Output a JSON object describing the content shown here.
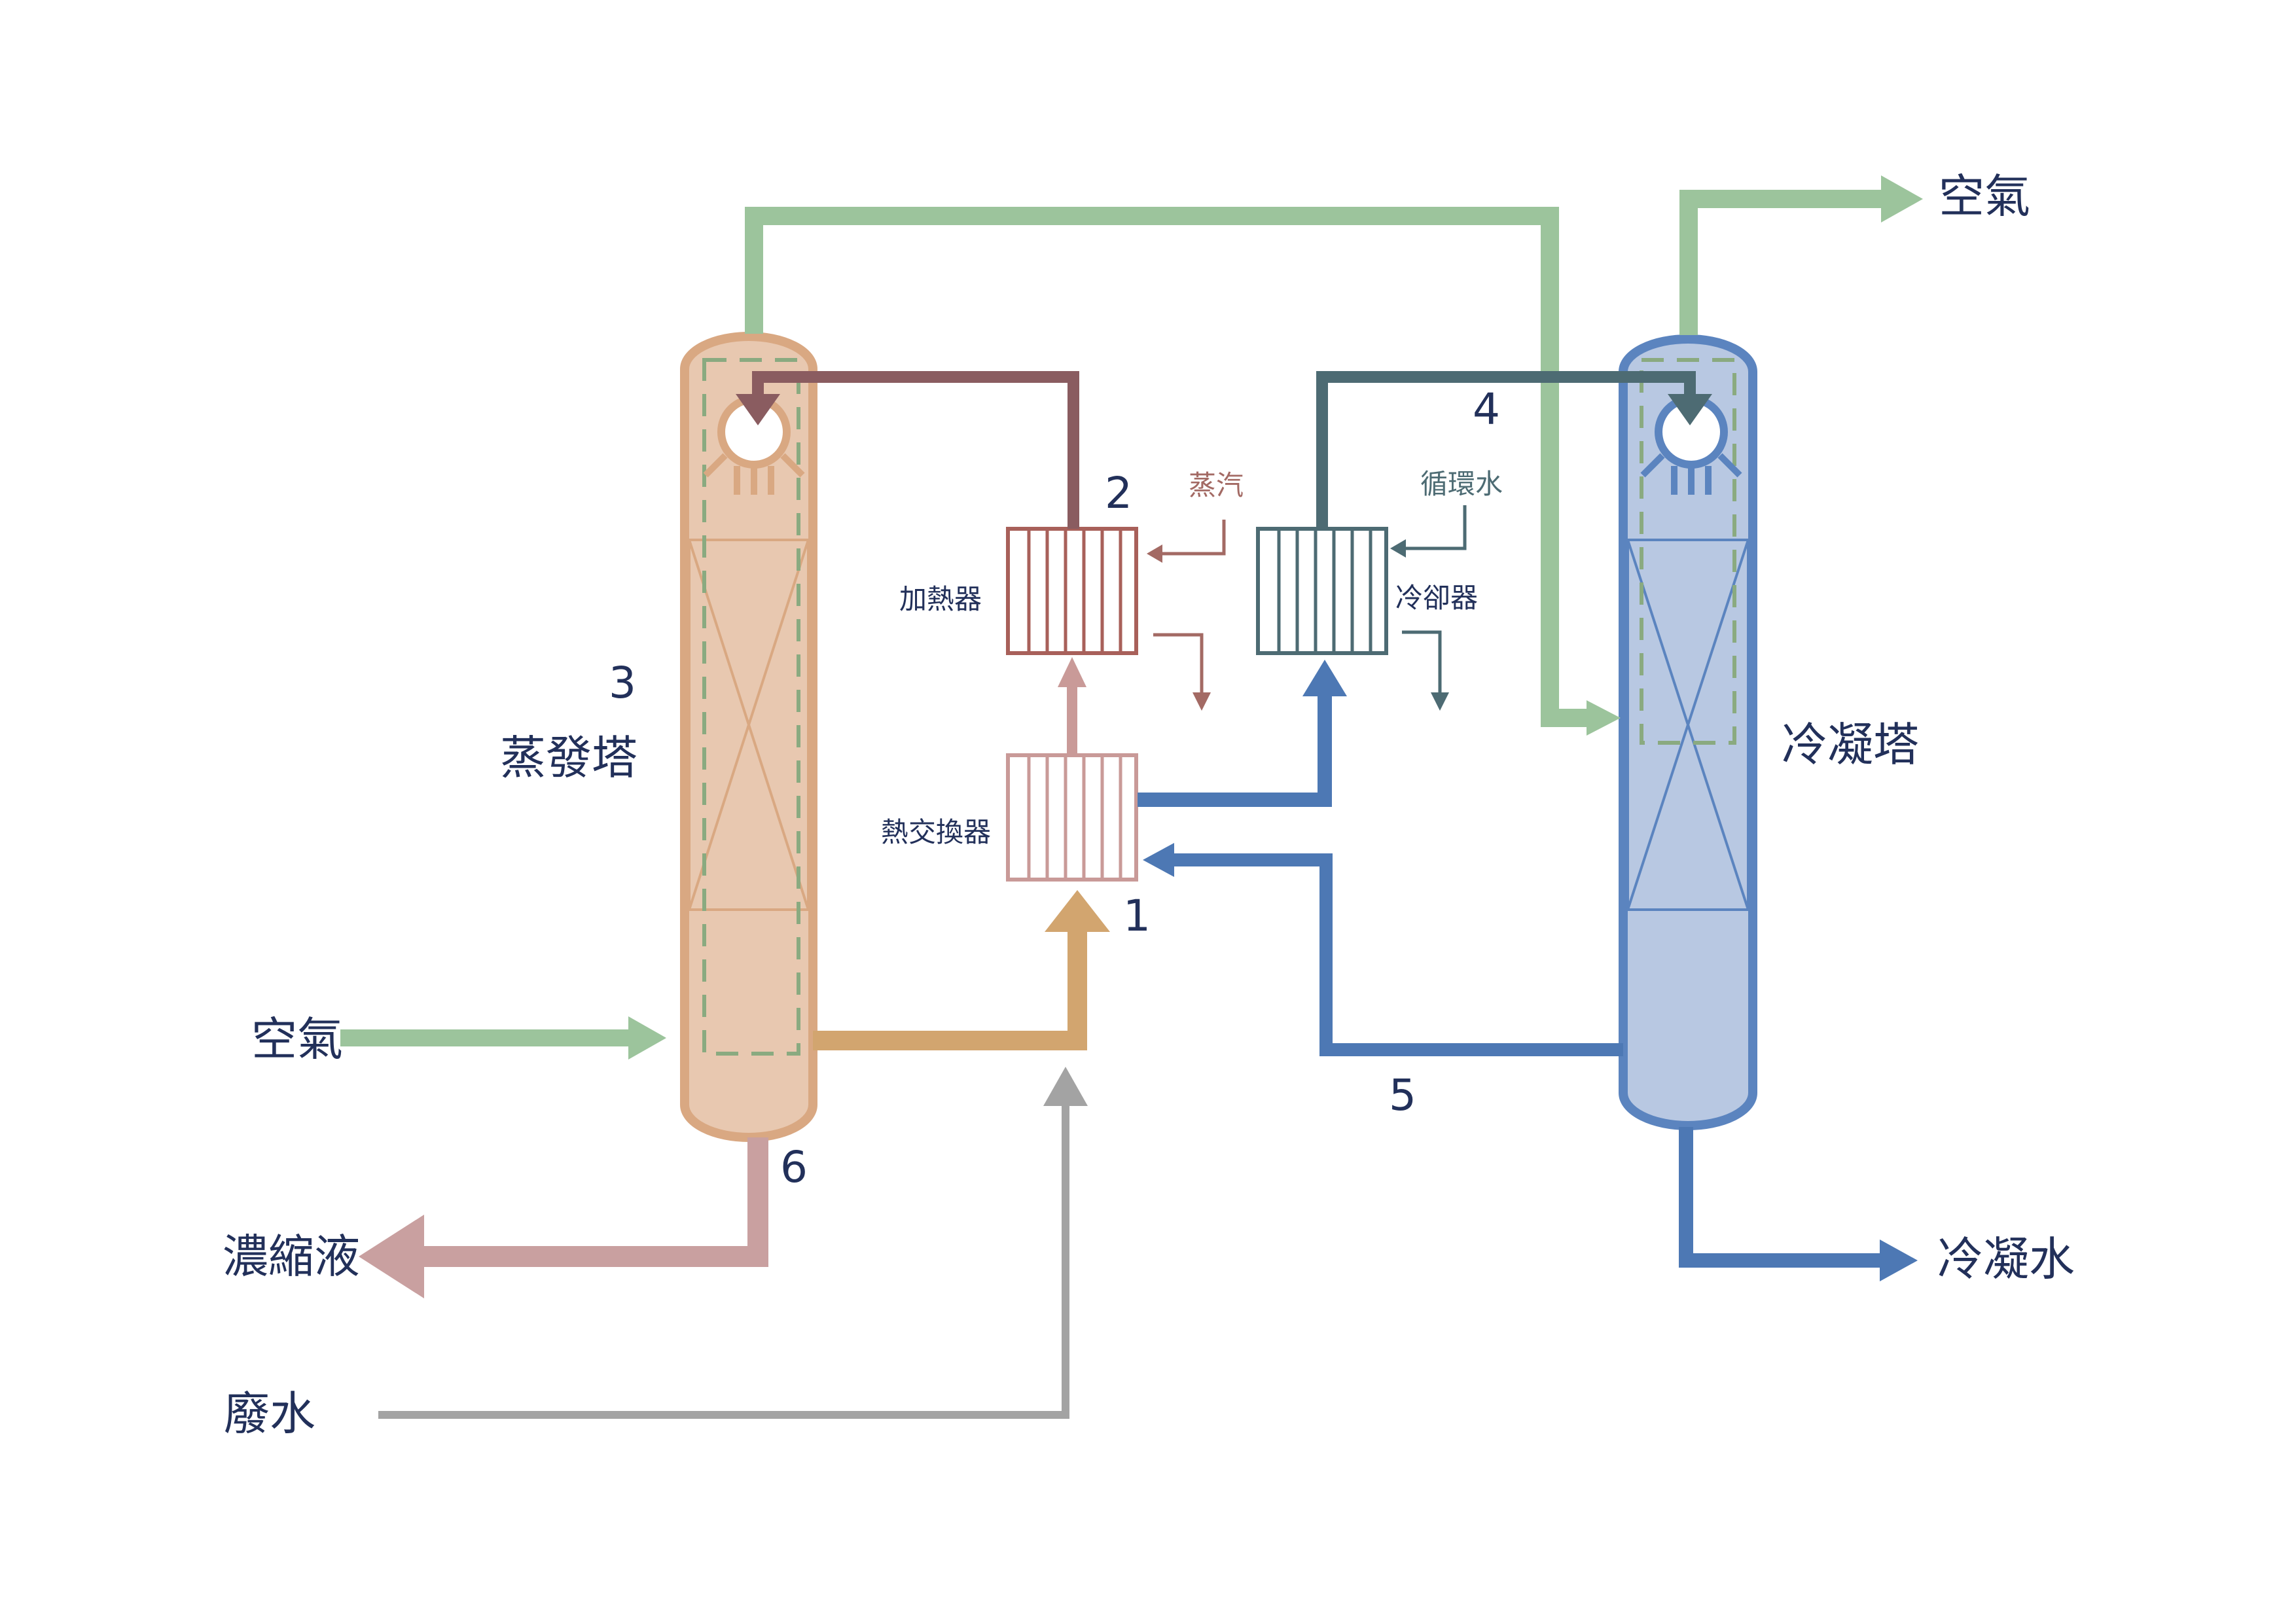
{
  "labels": {
    "evaporator": "蒸發塔",
    "condenser": "冷凝塔",
    "heater": "加熱器",
    "cooler": "冷卻器",
    "heat_exchanger": "熱交換器",
    "steam": "蒸汽",
    "circulating_water": "循環水",
    "air_in": "空氣",
    "air_out": "空氣",
    "concentrate": "濃縮液",
    "wastewater": "廢水",
    "condensate": "冷凝水"
  },
  "numbers": {
    "n1": "1",
    "n2": "2",
    "n3": "3",
    "n4": "4",
    "n5": "5",
    "n6": "6"
  },
  "colors": {
    "air": "#9cc49c",
    "evaporator_fill": "#e8c8b0",
    "evaporator_stroke": "#d9a882",
    "condenser_fill": "#b8c8e2",
    "condenser_stroke": "#5b84bf",
    "blue_flow": "#4d78b4",
    "steam_loop": "#8a5c60",
    "cool_loop": "#4d6b73",
    "hot_feed": "#d2a56f",
    "concentrate": "#c9a0a0",
    "wastewater": "#a3a3a3",
    "heater_box": "#a8605a",
    "exchanger_box": "#c99a98",
    "cooler_box": "#4d6b73"
  }
}
